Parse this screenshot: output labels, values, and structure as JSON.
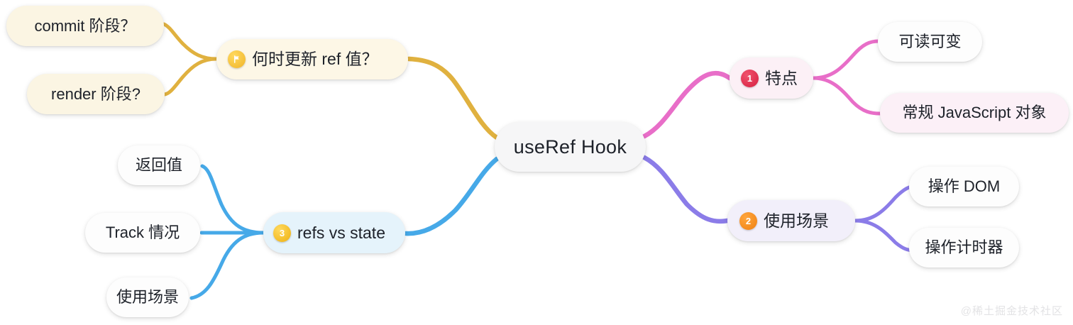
{
  "mindmap": {
    "root": {
      "label": "useRef Hook"
    },
    "watermark": "@稀土掘金技术社区",
    "colors": {
      "gold": "#e0b13f",
      "pink": "#e86ec8",
      "purple": "#8b7ce8",
      "blue": "#46a9e8",
      "badge_red": "#d61f40",
      "badge_orange": "#ef8012",
      "badge_yellow": "#eeb111",
      "root_bg": "#f6f6f7",
      "gold_bg": "#fbf5e3",
      "pink_bg": "#fcf0f6",
      "purple_bg": "#f2effa",
      "blue_bg": "#e5f3fb",
      "white_bg": "#fdfdfd"
    },
    "branches": [
      {
        "id": "when-update-ref",
        "label": "何时更新 ref 值？",
        "badge": "flag-icon",
        "badge_text": "",
        "color": "#e0b13f",
        "children": [
          {
            "id": "commit-phase",
            "label": "commit 阶段？"
          },
          {
            "id": "render-phase",
            "label": "render 阶段?"
          }
        ]
      },
      {
        "id": "feature",
        "label": "特点",
        "badge": "number-badge-1",
        "badge_text": "1",
        "color": "#e86ec8",
        "children": [
          {
            "id": "readable-mutable",
            "label": "可读可变"
          },
          {
            "id": "plain-javascript-object",
            "label": "常规 JavaScript 对象"
          }
        ]
      },
      {
        "id": "use-case",
        "label": "使用场景",
        "badge": "number-badge-2",
        "badge_text": "2",
        "color": "#8b7ce8",
        "children": [
          {
            "id": "manipulate-dom",
            "label": "操作 DOM"
          },
          {
            "id": "manipulate-timer",
            "label": "操作计时器"
          }
        ]
      },
      {
        "id": "refs-vs-state",
        "label": "refs vs state",
        "badge": "number-badge-3",
        "badge_text": "3",
        "color": "#46a9e8",
        "children": [
          {
            "id": "return-value",
            "label": "返回值"
          },
          {
            "id": "track-case",
            "label": "Track 情况"
          },
          {
            "id": "usage-scene",
            "label": "使用场景"
          }
        ]
      }
    ]
  }
}
